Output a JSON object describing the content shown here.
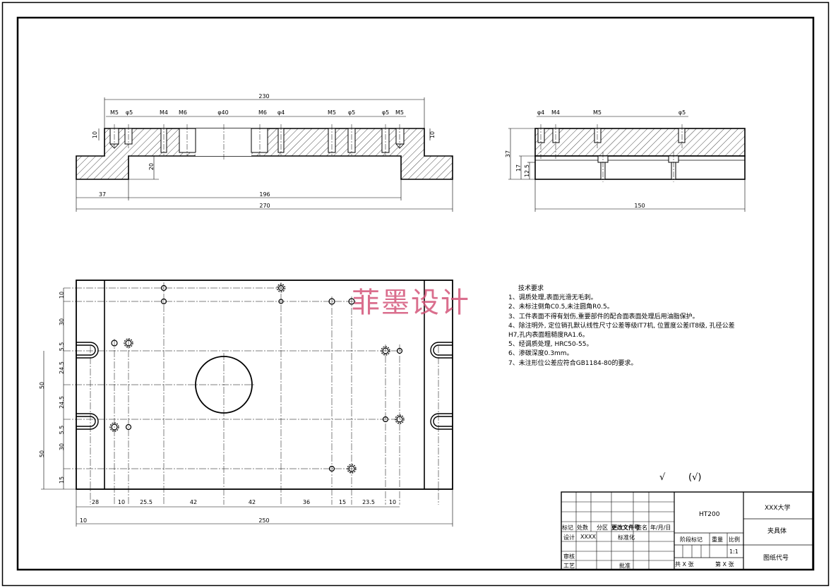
{
  "watermark": "菲墨设计",
  "notes": {
    "title": "技术要求",
    "items": [
      "1、调质处理,表面光滑无毛刺。",
      "2、未标注倒角C0.5,未注圆角R0.5。",
      "3、工件表面不得有划伤,重要部件的配合面表面处理后用油脂保护。",
      "4、除注明外, 定位销孔默认线性尺寸公差等级IT7机, 位置度公差IT8级, 孔径公差",
      "H7,孔内表面粗糙度RA1.6。",
      "5、经调质处理, HRC50-55。",
      "6、渗碳深度0.3mm。",
      "7、未注形位公差应符合GB1184-80的要求。"
    ]
  },
  "symbols": {
    "rough": "√",
    "rough_paren": "(√)"
  },
  "front_view": {
    "dims": {
      "overall_top": "230",
      "left_step": "37",
      "span": "196",
      "total": "270",
      "depth_left": "10",
      "depth_right": "10",
      "pocket": "20"
    },
    "hole_labels": [
      "M5",
      "φ5",
      "M4",
      "M6",
      "φ40",
      "M6",
      "φ4",
      "M5",
      "φ5",
      "φ5",
      "M5"
    ]
  },
  "side_view": {
    "dims": {
      "width": "150",
      "height": "37",
      "h17": "17",
      "h125": "12.5"
    },
    "hole_labels": [
      "φ4",
      "M4",
      "M5",
      "φ5"
    ]
  },
  "top_view": {
    "x_dims": [
      "28",
      "10",
      "25.5",
      "42",
      "42",
      "36",
      "15",
      "23.5",
      "10"
    ],
    "x_dims2": [
      "10",
      "250"
    ],
    "y_dims": [
      "10",
      "30",
      "5.5",
      "24.5",
      "24.5",
      "5.5",
      "30",
      "15"
    ],
    "y_dims_outer": [
      "50",
      "50"
    ]
  },
  "title_block": {
    "material": "HT200",
    "school": "XXX大学",
    "part_name": "夹具体",
    "drawing_no": "图纸代号",
    "scale": "1:1",
    "hdr_mark": "标记",
    "hdr_count": "处数",
    "hdr_zone": "分区",
    "hdr_docno": "更改文件号",
    "hdr_sign": "签名",
    "hdr_date": "年/月/日",
    "designer_lbl": "设计",
    "designer": "XXXX",
    "standard_lbl": "标准化",
    "stage_lbl": "阶段标记",
    "weight_lbl": "重量",
    "scale_lbl": "比例",
    "review_lbl": "审核",
    "process_lbl": "工艺",
    "approve_lbl": "批准",
    "sheets_total": "共 X 张",
    "sheet_no": "第 X 张"
  }
}
